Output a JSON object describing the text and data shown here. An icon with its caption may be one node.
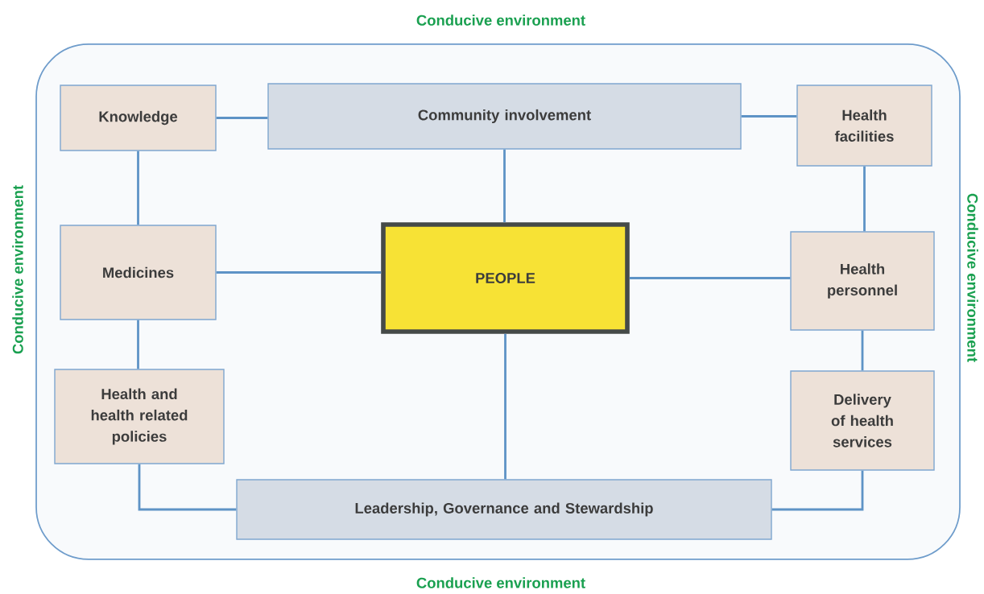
{
  "diagram": {
    "nodes": [
      {
        "text": [],
        "shape": "box",
        "beside": [
          "Conducive environment",
          "Conducive environment",
          "Conducive environment",
          "Conducive environment"
        ]
      },
      {
        "text": [
          "Knowledge"
        ],
        "in": 0
      },
      {
        "text": [
          "Community involvement"
        ],
        "in": 0
      },
      {
        "text": [
          "Health facilities"
        ],
        "in": 0
      },
      {
        "text": [
          "Medicines"
        ],
        "in": 0
      },
      {
        "text": [
          "PEOPLE"
        ],
        "in": 0
      },
      {
        "text": [
          "Health personnel"
        ],
        "in": 0
      },
      {
        "text": [
          "Health and health related policies"
        ],
        "in": 0
      },
      {
        "text": [
          "Delivery of health services"
        ],
        "in": 0
      },
      {
        "text": [
          "Leadership, Governance and Stewardship"
        ],
        "in": 0
      }
    ],
    "edges": [
      {
        "from": 1,
        "to": 2,
        "arrow": "none"
      },
      {
        "from": 2,
        "to": 3,
        "arrow": "none"
      },
      {
        "from": 1,
        "to": 4,
        "arrow": "none"
      },
      {
        "from": 3,
        "to": 6,
        "arrow": "none"
      },
      {
        "from": 2,
        "to": 5,
        "arrow": "none"
      },
      {
        "from": 4,
        "to": 5,
        "arrow": "none"
      },
      {
        "from": 5,
        "to": 6,
        "arrow": "none"
      },
      {
        "from": 4,
        "to": 7,
        "arrow": "none"
      },
      {
        "from": 6,
        "to": 8,
        "arrow": "none"
      },
      {
        "from": 5,
        "to": 9,
        "arrow": "none"
      },
      {
        "from": 7,
        "to": 9,
        "arrow": "none"
      },
      {
        "from": 8,
        "to": 9,
        "arrow": "none"
      }
    ]
  }
}
